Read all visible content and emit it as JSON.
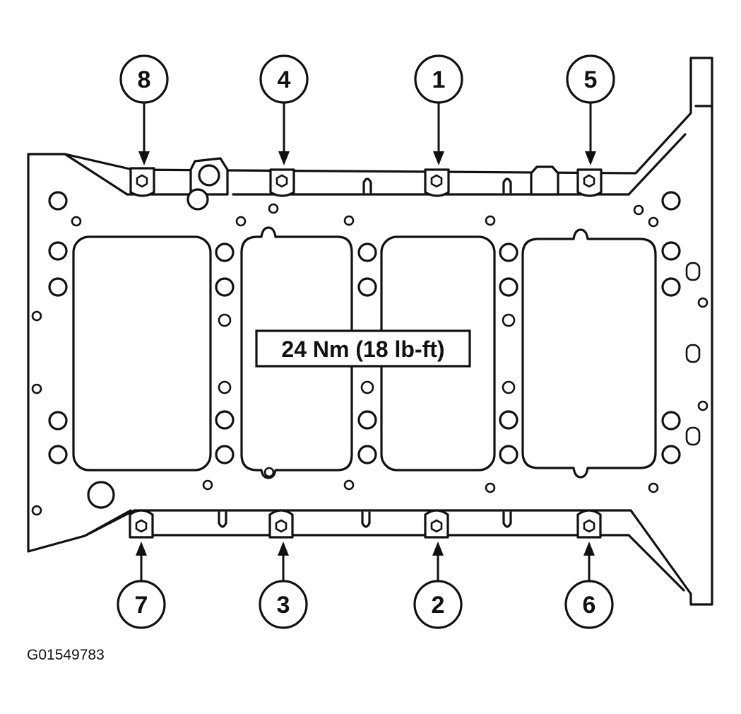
{
  "figure_id": "G01549783",
  "torque_spec": "24 Nm (18 lb-ft)",
  "bolt_callouts": {
    "top": [
      "8",
      "4",
      "1",
      "5"
    ],
    "bottom": [
      "7",
      "3",
      "2",
      "6"
    ]
  },
  "colors": {
    "line": "#111111",
    "background": "#ffffff"
  }
}
